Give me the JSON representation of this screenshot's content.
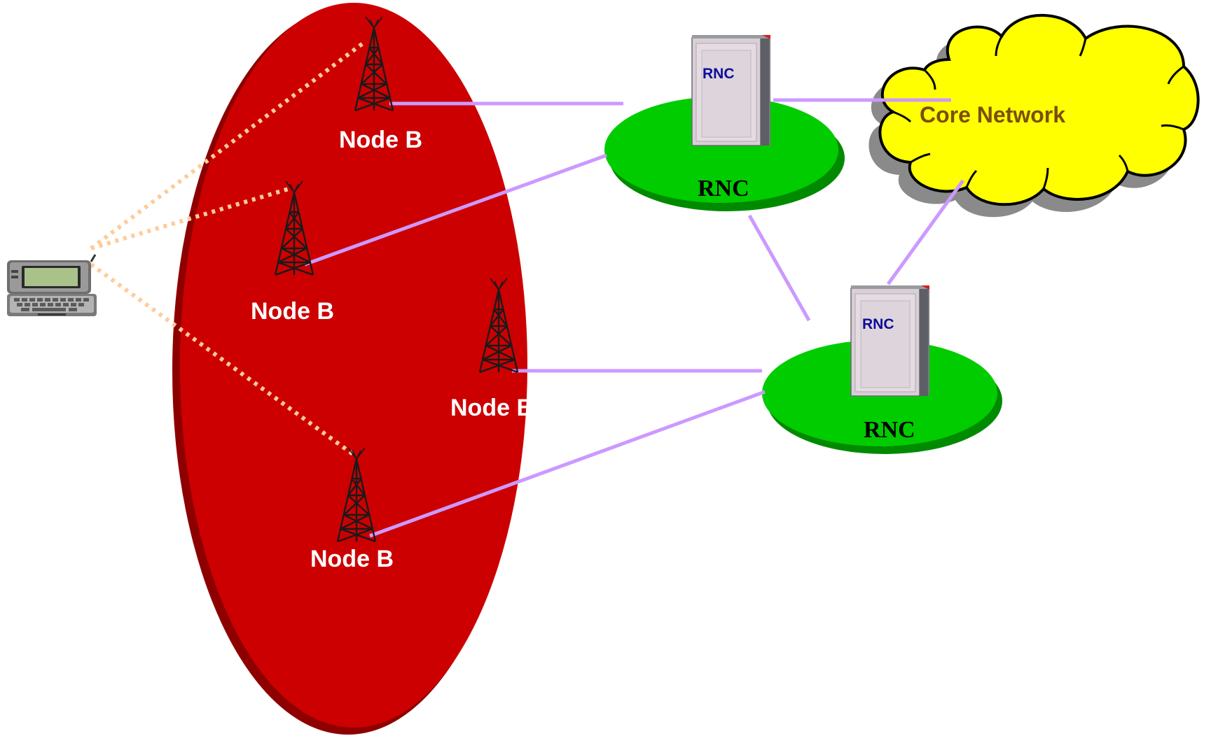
{
  "node_b_label": "Node B",
  "rnc_label": "RNC",
  "server_label": "RNC",
  "core_network_label": "Core Network",
  "colors": {
    "coverage_area": "#cc0000",
    "coverage_edge": "#8e0000",
    "rnc_disc": "#00cc00",
    "rnc_disc_edge": "#008a00",
    "core_cloud": "#ffff00",
    "link": "#cc99ff",
    "radio_link": "#ffcc99",
    "tower": "#1a1a1a"
  },
  "icons": {
    "handset": "communicator-phone-icon",
    "tower": "cell-tower-icon",
    "server": "rnc-server-icon",
    "cloud": "cloud-icon"
  }
}
